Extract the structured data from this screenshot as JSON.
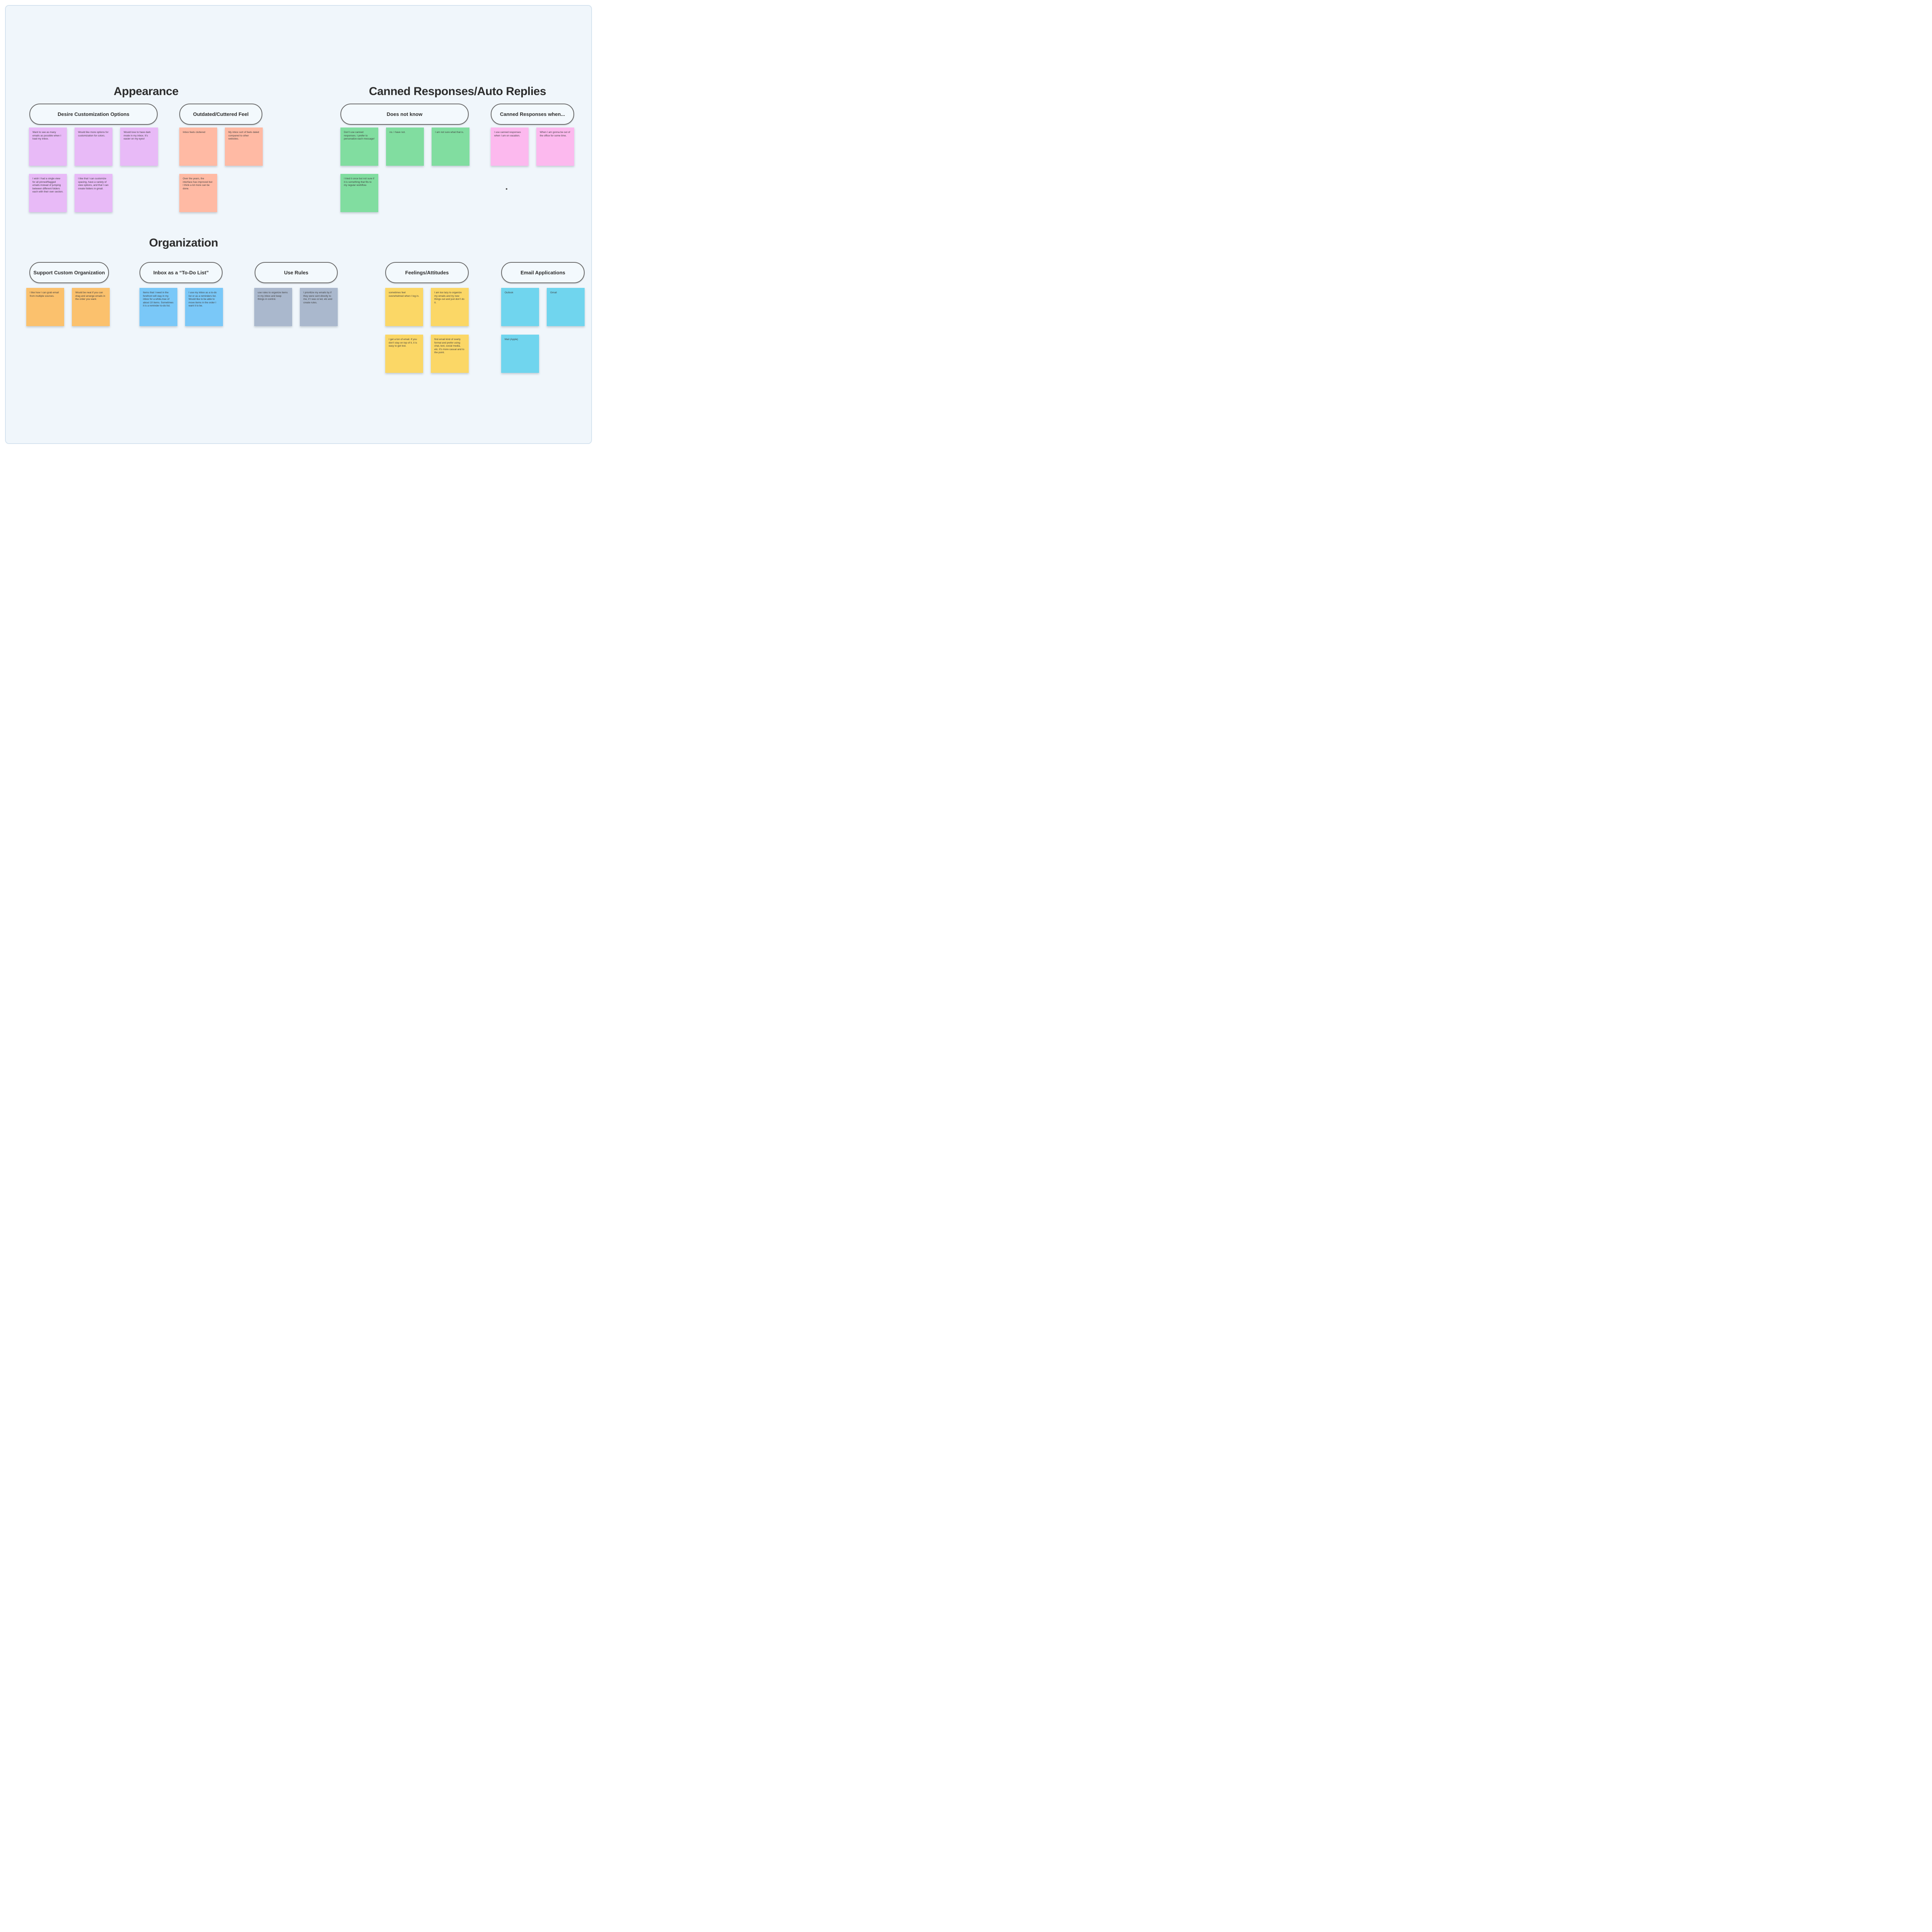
{
  "canvas": {
    "outer_background": "#ffffff",
    "board_background": "#f0f6fb",
    "frame_border_color": "#d5e3ef",
    "pill_border_color": "#6a6a6a",
    "note_text_color": "#3d3d3d"
  },
  "section_titles": [
    "Appearance",
    "Canned Responses/Auto Replies",
    "Organization"
  ],
  "groups": [
    {
      "label": "Desire Customization Options",
      "color": "#e8baf7",
      "notes": [
        "Want to see as many emails as possible when I load my inbox.",
        "Would like more options for customization for colors.",
        "Would love to have dark mode in my inbox. It’s easier on my eyes!",
        "I wish I had a single view for all pinned/flagged emails instead of jumping between different folders each with their own section.",
        "I like that I can customize spacing, have a variety of view options, and that I can create folders in gmail."
      ]
    },
    {
      "label": "Outdated/Cuttered Feel",
      "color": "#ffbaa4",
      "notes": [
        "Inbox feels cluttered",
        "My inbox sort of feels dated compared to other websites.",
        "Over the years, the interface has improved but I think a lot more can be done."
      ]
    },
    {
      "label": "Does not know",
      "color": "#81dda0",
      "notes": [
        "Don’t use canned responses. I prefer to personalize each message!",
        "no. I have not.",
        "I am not sure what that is.",
        "I tried it once but not sure if it is something that fits to my regular workflow."
      ]
    },
    {
      "label": "Canned Responses when...",
      "color": "#fcb9ee",
      "notes": [
        "I use canned responses when I am on vacation.",
        "When I am gonna be out of the office for some time."
      ]
    },
    {
      "label": "Support Custom Organization",
      "color": "#fbc16d",
      "notes": [
        "I like how I can grab email from multiple sources.",
        "Would be neat if you can drag and arrange emails in the order you want."
      ]
    },
    {
      "label": "Inbox as a “To-Do List”",
      "color": "#7ac8f8",
      "notes": [
        "Items that I need in the forefront will stay in my inbox for a while,max of about 10 items. Sometimes it is a reminder to-do list.",
        "I use my inbox as a to-do list or as a reminders list. Would like to be able to move items in the order I want it to be."
      ]
    },
    {
      "label": "Use Rules",
      "color": "#aab8cd",
      "notes": [
        "use rules to organize items in my inbox and keep things in control.",
        "I prioritize my emails by if they were sent directly to me, if I was cc’ed, etc and create rules."
      ]
    },
    {
      "label": "Feelings/Attitudes",
      "color": "#fbd766",
      "notes": [
        "sometimes feel overwhelmed when I log in.",
        "I am too lazy to organize my emails and try new things out and just don’t do it.",
        "I get a ton of email. If you don’t stay on top of it, it is easy to get lost.",
        "find email kind of overly formal and prefer using chat, text, social media, etc. It’s more casual and to the point."
      ]
    },
    {
      "label": "Email Applications",
      "color": "#70d5ee",
      "notes": [
        "Outlook",
        "Gmail",
        "Mail (Apple)"
      ]
    }
  ]
}
